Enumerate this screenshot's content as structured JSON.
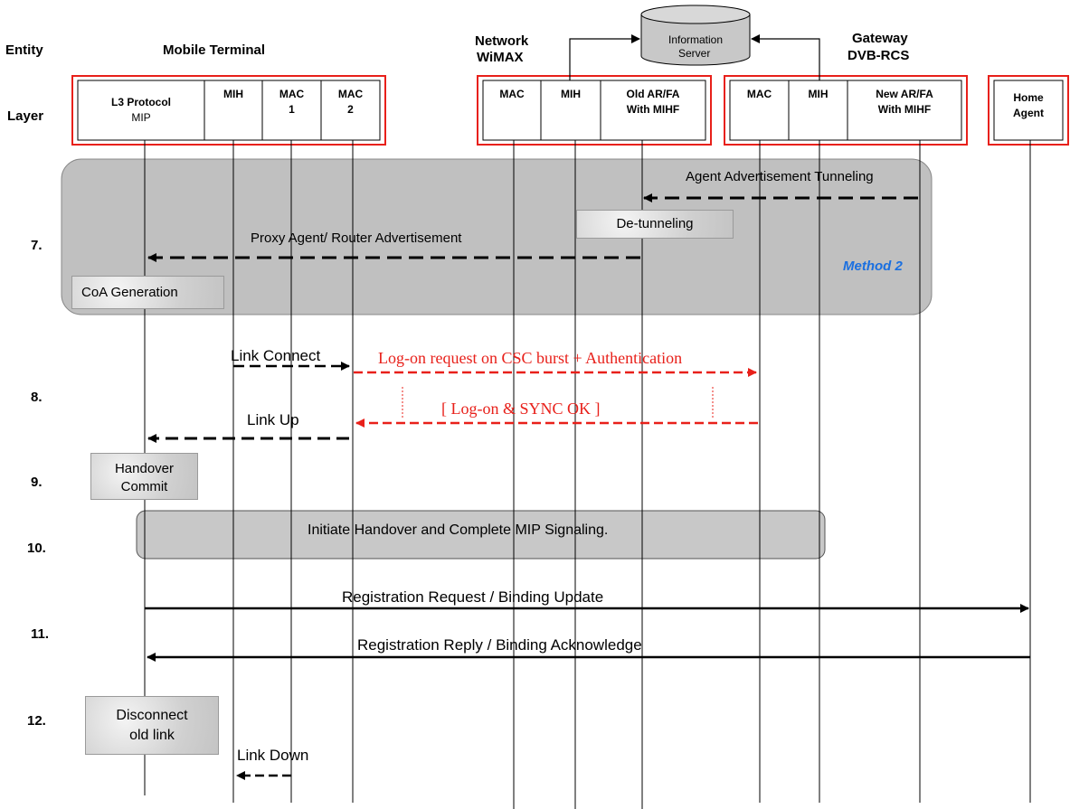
{
  "headers": {
    "entity": "Entity",
    "layer": "Layer",
    "mobile_terminal": "Mobile Terminal",
    "network_wimax_line1": "Network",
    "network_wimax_line2": "WiMAX",
    "gateway_line1": "Gateway",
    "gateway_line2": "DVB-RCS",
    "info_server_line1": "Information",
    "info_server_line2": "Server"
  },
  "layers": {
    "l3_line1": "L3 Protocol",
    "l3_line2": "MIP",
    "mt_mih": "MIH",
    "mac1_line1": "MAC",
    "mac1_line2": "1",
    "mac2_line1": "MAC",
    "mac2_line2": "2",
    "wimax_mac": "MAC",
    "wimax_mih": "MIH",
    "old_ar_line1": "Old AR/FA",
    "old_ar_line2": "With MIHF",
    "gw_mac": "MAC",
    "gw_mih": "MIH",
    "new_ar_line1": "New AR/FA",
    "new_ar_line2": "With MIHF",
    "home_line1": "Home",
    "home_line2": "Agent"
  },
  "steps": {
    "s7": "7.",
    "s8": "8.",
    "s9": "9.",
    "s10": "10.",
    "s11": "11.",
    "s12": "12."
  },
  "messages": {
    "agent_adv_tunneling": "Agent Advertisement Tunneling",
    "de_tunneling": "De-tunneling",
    "proxy_adv": "Proxy Agent/ Router Advertisement",
    "method2": "Method 2",
    "coa_generation": "CoA  Generation",
    "link_connect": "Link Connect",
    "logon_request": "Log-on request on CSC burst + Authentication",
    "logon_sync": "[ Log-on & SYNC OK ]",
    "link_up": "Link Up",
    "handover_commit_line1": "Handover",
    "handover_commit_line2": "Commit",
    "initiate_handover": "Initiate Handover and Complete MIP Signaling.",
    "registration_request": "Registration Request / Binding Update",
    "registration_reply": "Registration Reply / Binding Acknowledge",
    "disconnect_line1": "Disconnect",
    "disconnect_line2": "old link",
    "link_down": "Link Down"
  },
  "colors": {
    "entity_border": "#e8201a",
    "red_message": "#e8201a",
    "method_label": "#1a6fe0",
    "group_box": "#c0c0c0",
    "note_box": "#d8d8d8"
  }
}
